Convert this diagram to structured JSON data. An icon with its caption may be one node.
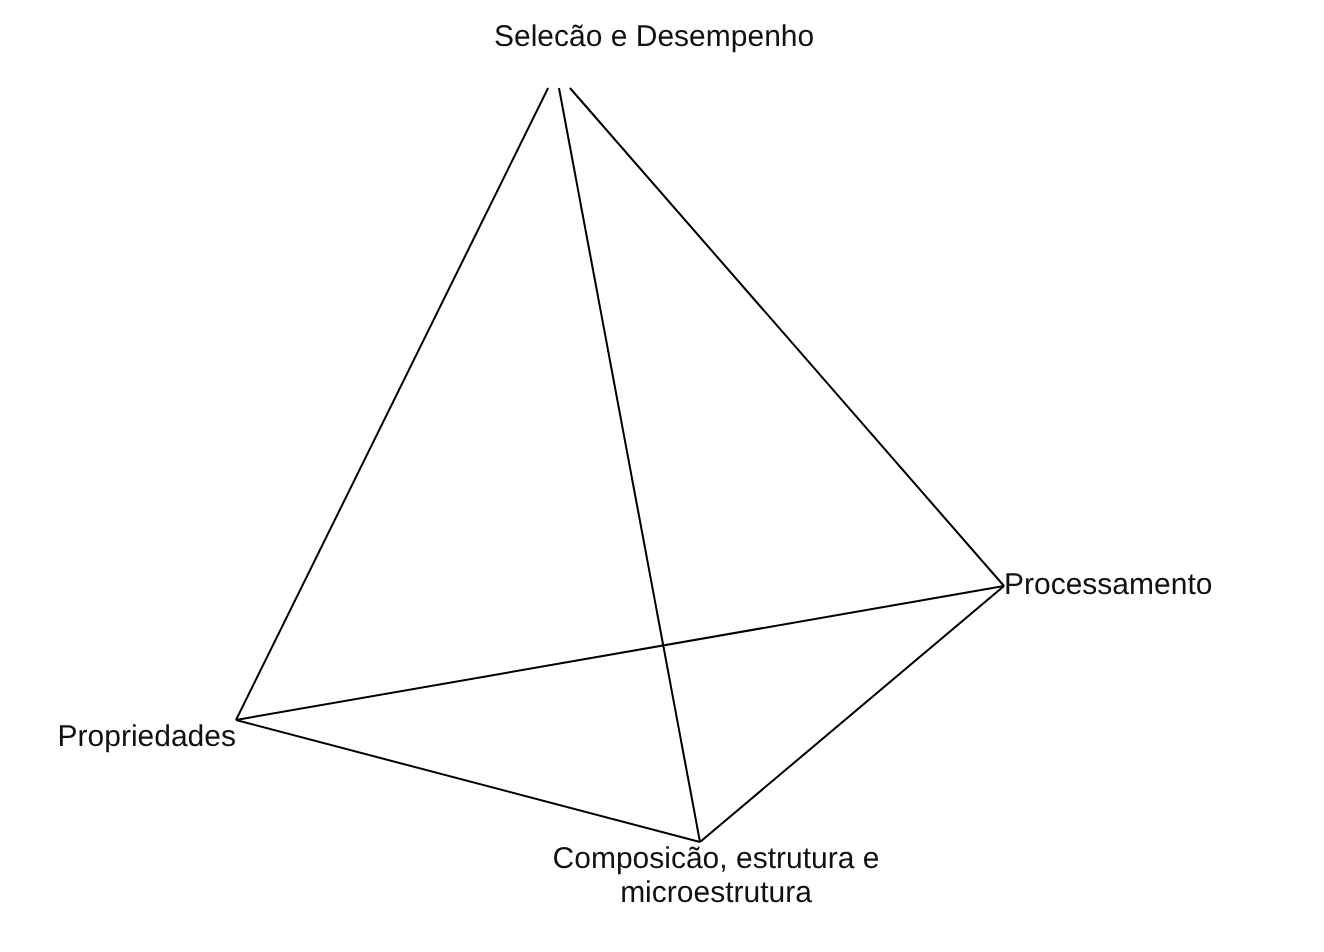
{
  "diagram": {
    "nodes": [
      {
        "text": [
          "Selecão e Desempenho"
        ]
      },
      {
        "text": [
          "Processamento"
        ]
      },
      {
        "text": [
          "Propriedades"
        ]
      },
      {
        "text": [
          "Composicão, estrutura e microestrutura"
        ]
      }
    ],
    "edges": [
      {
        "from": 0,
        "to": 1,
        "arrow": "none"
      },
      {
        "from": 0,
        "to": 2,
        "arrow": "none"
      },
      {
        "from": 0,
        "to": 3,
        "arrow": "none"
      },
      {
        "from": 2,
        "to": 1,
        "arrow": "none"
      },
      {
        "from": 2,
        "to": 3,
        "arrow": "none"
      },
      {
        "from": 1,
        "to": 3,
        "arrow": "none"
      }
    ]
  }
}
